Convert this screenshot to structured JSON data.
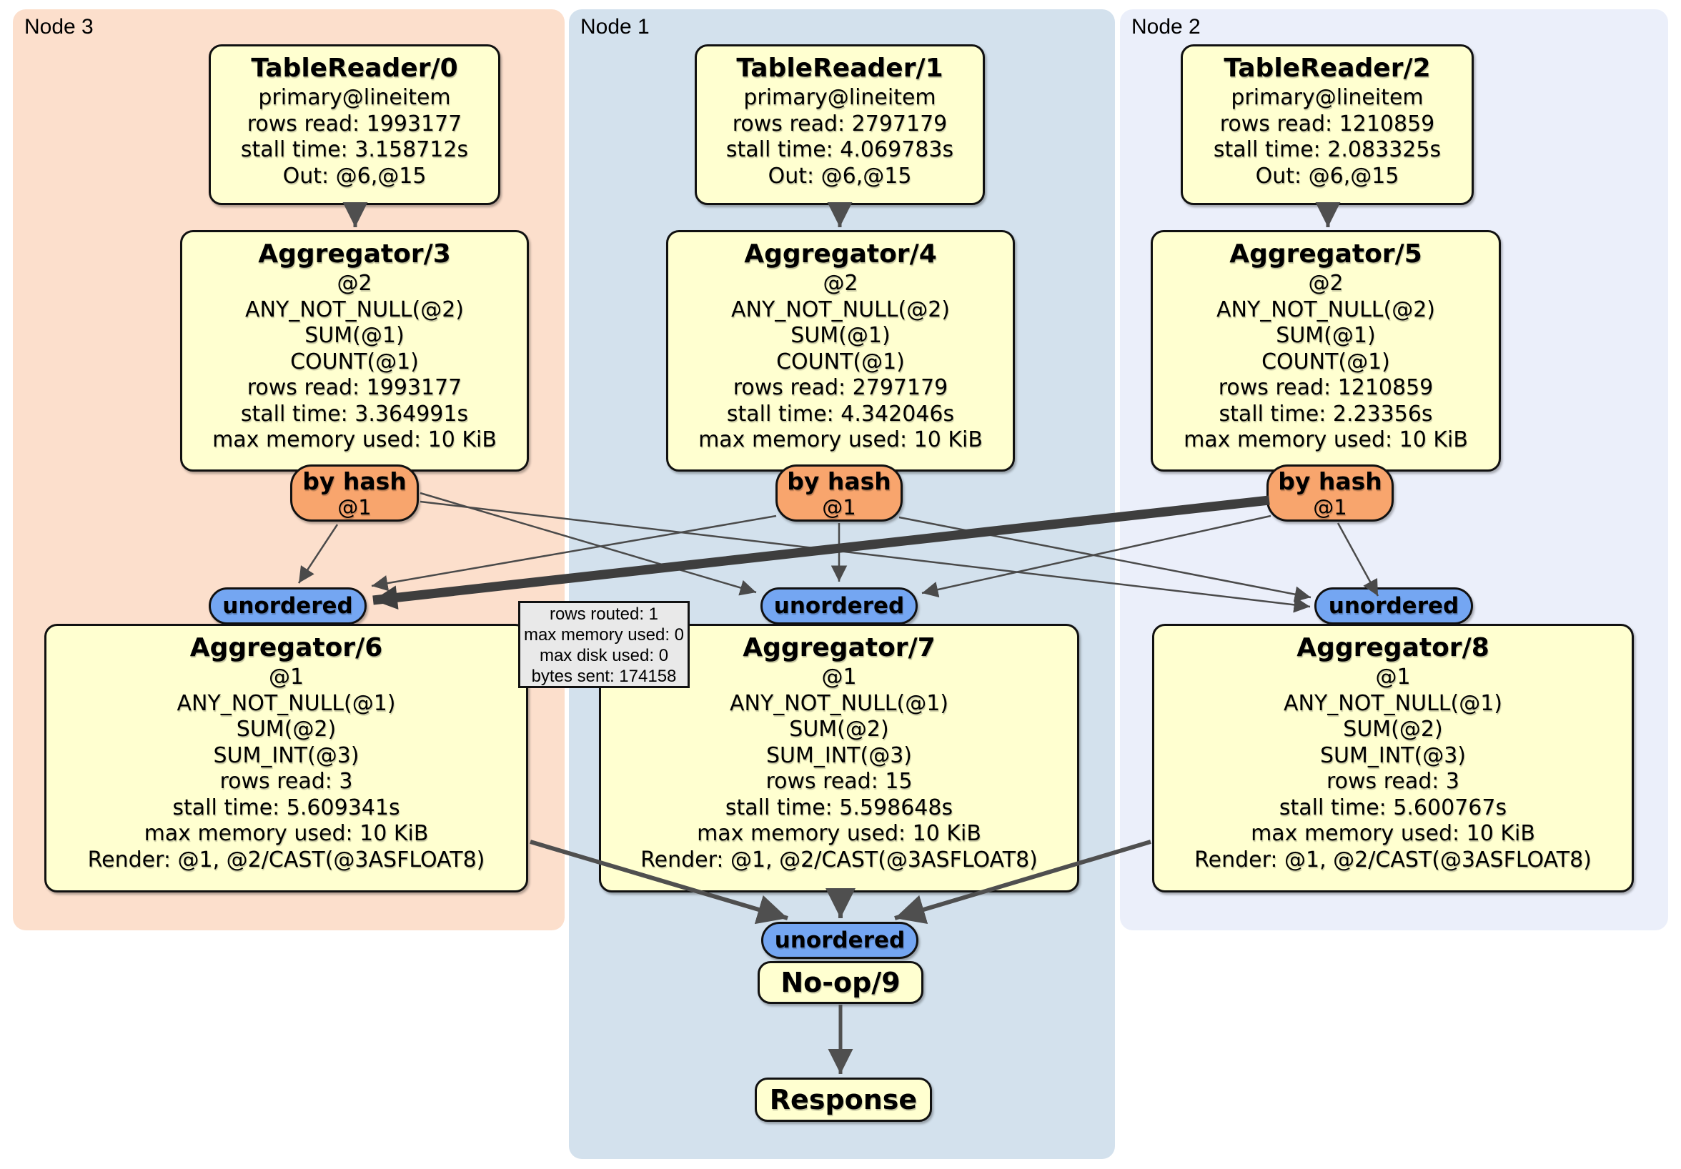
{
  "nodes": {
    "node3": {
      "label": "Node 3"
    },
    "node1": {
      "label": "Node 1"
    },
    "node2": {
      "label": "Node 2"
    }
  },
  "processors": {
    "tr0": {
      "title": "TableReader/0",
      "lines": [
        "primary@lineitem",
        "rows read: 1993177",
        "stall time: 3.158712s",
        "Out: @6,@15"
      ]
    },
    "tr1": {
      "title": "TableReader/1",
      "lines": [
        "primary@lineitem",
        "rows read: 2797179",
        "stall time: 4.069783s",
        "Out: @6,@15"
      ]
    },
    "tr2": {
      "title": "TableReader/2",
      "lines": [
        "primary@lineitem",
        "rows read: 1210859",
        "stall time: 2.083325s",
        "Out: @6,@15"
      ]
    },
    "agg3": {
      "title": "Aggregator/3",
      "lines": [
        "@2",
        "ANY_NOT_NULL(@2)",
        "SUM(@1)",
        "COUNT(@1)",
        "rows read: 1993177",
        "stall time: 3.364991s",
        "max memory used: 10 KiB"
      ]
    },
    "agg4": {
      "title": "Aggregator/4",
      "lines": [
        "@2",
        "ANY_NOT_NULL(@2)",
        "SUM(@1)",
        "COUNT(@1)",
        "rows read: 2797179",
        "stall time: 4.342046s",
        "max memory used: 10 KiB"
      ]
    },
    "agg5": {
      "title": "Aggregator/5",
      "lines": [
        "@2",
        "ANY_NOT_NULL(@2)",
        "SUM(@1)",
        "COUNT(@1)",
        "rows read: 1210859",
        "stall time: 2.23356s",
        "max memory used: 10 KiB"
      ]
    },
    "agg6": {
      "title": "Aggregator/6",
      "lines": [
        "@1",
        "ANY_NOT_NULL(@1)",
        "SUM(@2)",
        "SUM_INT(@3)",
        "rows read: 3",
        "stall time: 5.609341s",
        "max memory used: 10 KiB",
        "Render: @1, @2/CAST(@3ASFLOAT8)"
      ]
    },
    "agg7": {
      "title": "Aggregator/7",
      "lines": [
        "@1",
        "ANY_NOT_NULL(@1)",
        "SUM(@2)",
        "SUM_INT(@3)",
        "rows read: 15",
        "stall time: 5.598648s",
        "max memory used: 10 KiB",
        "Render: @1, @2/CAST(@3ASFLOAT8)"
      ]
    },
    "agg8": {
      "title": "Aggregator/8",
      "lines": [
        "@1",
        "ANY_NOT_NULL(@1)",
        "SUM(@2)",
        "SUM_INT(@3)",
        "rows read: 3",
        "stall time: 5.600767s",
        "max memory used: 10 KiB",
        "Render: @1, @2/CAST(@3ASFLOAT8)"
      ]
    },
    "noop": {
      "title": "No-op/9"
    },
    "response": {
      "title": "Response"
    }
  },
  "router": {
    "label": "by hash",
    "key": "@1"
  },
  "sync": {
    "label": "unordered"
  },
  "tooltip": {
    "lines": [
      "rows routed: 1",
      "max memory used: 0",
      "max disk used: 0",
      "bytes sent: 174158"
    ]
  },
  "colors": {
    "node3_bg": "#fcdfcc",
    "node1_bg": "#d3e1ed",
    "node2_bg": "#ebeffa",
    "processor_bg": "#ffffd0",
    "router_bg": "#f8a56d",
    "sync_bg": "#74a6f2",
    "tooltip_bg": "#e9e9e9",
    "edge_thin": "#4a4a4a",
    "edge_mid": "#4f4f4f",
    "edge_thick": "#3e3e3e"
  }
}
